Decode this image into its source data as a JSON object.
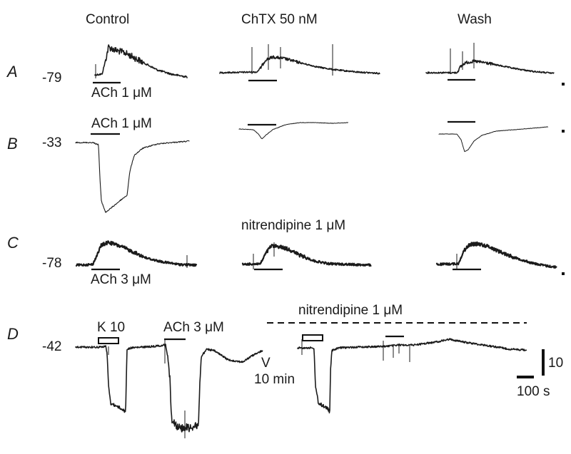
{
  "columns": [
    "Control",
    "ChTX 50 nM",
    "Wash"
  ],
  "panels": {
    "A": {
      "letter": "A",
      "potential": "-79",
      "drug_label": "ACh 1 μM"
    },
    "B": {
      "letter": "B",
      "potential": "-33",
      "drug_label": "ACh 1 μM"
    },
    "C": {
      "letter": "C",
      "potential": "-78",
      "drug_label": "ACh 3 μM",
      "treatment": "nitrendipine 1 μM"
    },
    "D": {
      "letter": "D",
      "potential": "-42",
      "k_label": "K 10",
      "ach_label": "ACh 3 μM",
      "treatment": "nitrendipine 1 μM",
      "gap_symbol": "V",
      "gap_label": "10 min"
    }
  },
  "scale_bar": {
    "vertical": "10",
    "horizontal": "100 s"
  }
}
